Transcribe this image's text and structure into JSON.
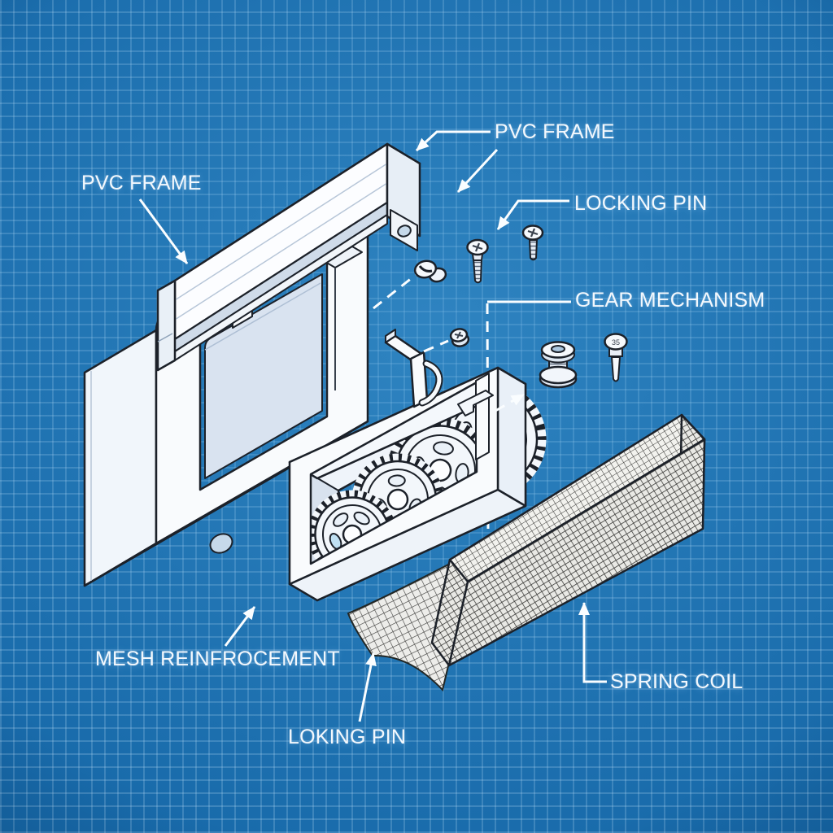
{
  "diagram": {
    "type": "blueprint-exploded-view",
    "labels": {
      "pvc_frame_left": "PVC FRAME",
      "pvc_frame_top": "PVC FRAME",
      "locking_pin": "LOCKING PIN",
      "gear_mechanism": "GEAR MECHANISM",
      "mesh_reinfrocement": "MESH REINFROCEMENT",
      "loking_pin": "LOKING PIN",
      "spring_coil": "SPRING COIL"
    },
    "pin_head_marking": "35",
    "parts": [
      "pvc-frame",
      "top-channel-rail",
      "gear-mechanism-box",
      "gear-train",
      "mesh-reinforcement-sheet",
      "spring-coil-mesh-block",
      "locking-pin-screw",
      "locking-pin-screw-small",
      "clip-fastener",
      "hex-nut",
      "spool-bolt",
      "shoulder-pin",
      "l-bracket",
      "hook-clip",
      "slide-post",
      "z-tab-bracket"
    ],
    "colors": {
      "background_blue": "#1769a9",
      "grid_line": "#cde8fc",
      "line_ink": "#1c2129",
      "part_white": "#f9fbfd",
      "part_shade": "#dde6f1",
      "panel_recess": "#d9e3f0",
      "mesh_fabric": "#e9e9e5",
      "tint_blue_holes": "#bfe0f2",
      "label_text": "#f3f8fd",
      "leader_line": "#fafdff"
    }
  }
}
